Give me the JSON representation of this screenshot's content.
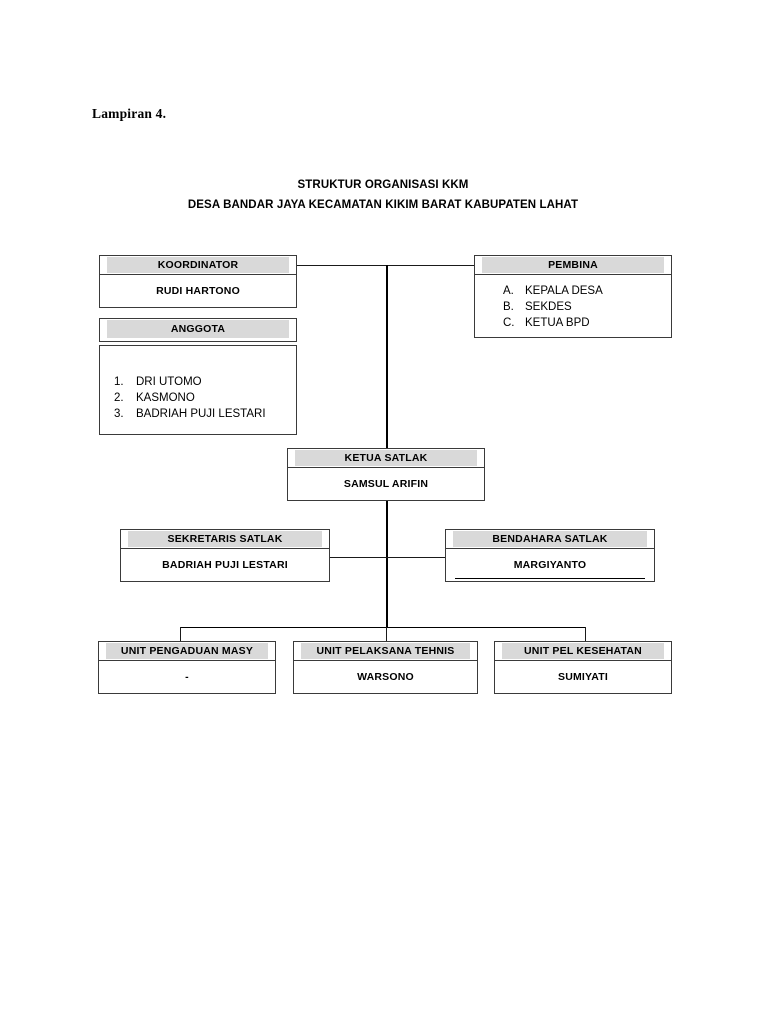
{
  "document": {
    "lampiran_label": "Lampiran 4.",
    "title_line1": "STRUKTUR ORGANISASI KKM",
    "title_line2": "DESA BANDAR JAYA KECAMATAN KIKIM BARAT  KABUPATEN LAHAT"
  },
  "chart": {
    "koordinator": {
      "header": "KOORDINATOR",
      "name": "RUDI HARTONO"
    },
    "anggota": {
      "header": "ANGGOTA",
      "members": [
        {
          "mark": "1.",
          "name": "DRI UTOMO"
        },
        {
          "mark": "2.",
          "name": "KASMONO"
        },
        {
          "mark": "3.",
          "name": "BADRIAH PUJI LESTARI"
        }
      ]
    },
    "pembina": {
      "header": "PEMBINA",
      "members": [
        {
          "mark": "A.",
          "name": "KEPALA DESA"
        },
        {
          "mark": "B.",
          "name": "SEKDES"
        },
        {
          "mark": "C.",
          "name": "KETUA BPD"
        }
      ]
    },
    "ketua_satlak": {
      "header": "KETUA SATLAK",
      "name": "SAMSUL ARIFIN"
    },
    "sekretaris_satlak": {
      "header": "SEKRETARIS  SATLAK",
      "name": "BADRIAH PUJI LESTARI"
    },
    "bendahara_satlak": {
      "header": "BENDAHARA SATLAK",
      "name": "MARGIYANTO"
    },
    "units": [
      {
        "header": "UNIT PENGADUAN MASY",
        "name": "-"
      },
      {
        "header": "UNIT PELAKSANA TEHNIS",
        "name": "WARSONO"
      },
      {
        "header": "UNIT PEL KESEHATAN",
        "name": "SUMIYATI"
      }
    ]
  },
  "colors": {
    "header_band": "#d9d9d9",
    "border": "#3a3a3a",
    "line": "#1a1a1a",
    "text": "#000000",
    "page_background": "#ffffff"
  }
}
